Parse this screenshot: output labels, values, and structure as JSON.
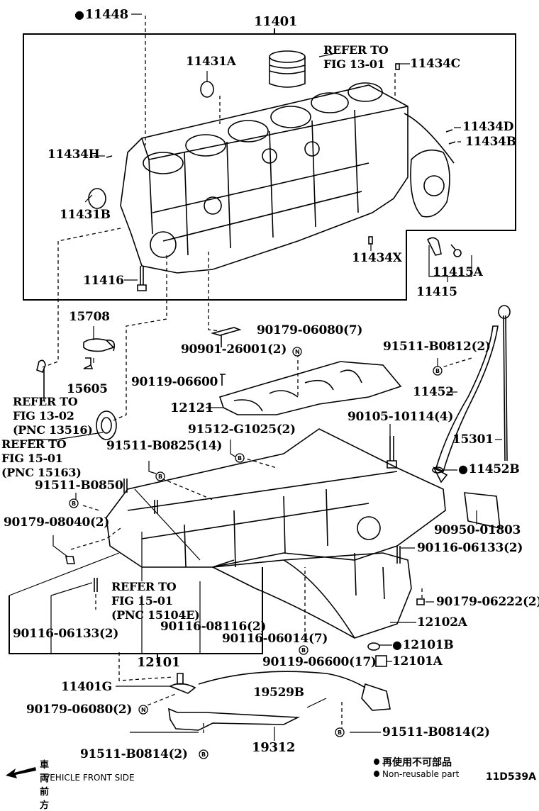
{
  "diagram": {
    "title": "Engine cylinder block & oil pan parts diagram",
    "figure_code": "11D539A",
    "direction": {
      "label_cjk": "車両前方",
      "label_en": "VEHICLE FRONT SIDE",
      "icon": "arrow-left-icon"
    },
    "legend": {
      "symbol": "filled-circle",
      "label_cjk": "再使用不可部品",
      "label_en": "Non-reusable part"
    },
    "markers": {
      "bolt_symbol": "B",
      "nut_symbol": "N"
    },
    "parts": {
      "p11448": "11448",
      "p11401": "11401",
      "p11431A": "11431A",
      "refer_13_01_line1": "REFER TO",
      "refer_13_01_line2": "FIG 13-01",
      "p11434C": "11434C",
      "p11434D": "11434D",
      "p11434B": "11434B",
      "p11434H": "11434H",
      "p11431B": "11431B",
      "p11434X": "11434X",
      "p11415A": "11415A",
      "p11415": "11415",
      "p11416": "11416",
      "p15708": "15708",
      "p90179_06080_7": "90179-06080(7)",
      "p90901_26001_2": "90901-26001(2)",
      "p91511_B0812_2": "91511-B0812(2)",
      "p15605": "15605",
      "p90119_06600": "90119-06600",
      "p11452": "11452",
      "refer_13_02_line1": "REFER TO",
      "refer_13_02_line2": "FIG 13-02",
      "refer_13_02_line3": "(PNC 13516)",
      "p12121": "12121",
      "p90105_10114_4": "90105-10114(4)",
      "refer_15_01a_line1": "REFER TO",
      "refer_15_01a_line2": "FIG 15-01",
      "refer_15_01a_line3": "(PNC 15163)",
      "p91512_G1025_2": "91512-G1025(2)",
      "p91511_B0825_14": "91511-B0825(14)",
      "p15301": "15301",
      "p11452B": "11452B",
      "p91511_B0850": "91511-B0850",
      "p90179_08040_2": "90179-08040(2)",
      "p90950_01803": "90950-01803",
      "p90116_06133_2_right": "90116-06133(2)",
      "refer_15_01b_line1": "REFER TO",
      "refer_15_01b_line2": "FIG 15-01",
      "refer_15_01b_line3": "(PNC 15104E)",
      "p90179_06222_2": "90179-06222(2)",
      "p90116_06133_2_left": "90116-06133(2)",
      "p90116_08116_2": "90116-08116(2)",
      "p90116_06014_7": "90116-06014(7)",
      "p12102A": "12102A",
      "p12101B": "12101B",
      "p90119_06600_17": "90119-06600(17)",
      "p12101A": "12101A",
      "p12101": "12101",
      "p11401G": "11401G",
      "p19529B": "19529B",
      "p90179_06080_2": "90179-06080(2)",
      "p91511_B0814_2_right": "91511-B0814(2)",
      "p91511_B0814_2_left": "91511-B0814(2)",
      "p19312": "19312"
    }
  }
}
